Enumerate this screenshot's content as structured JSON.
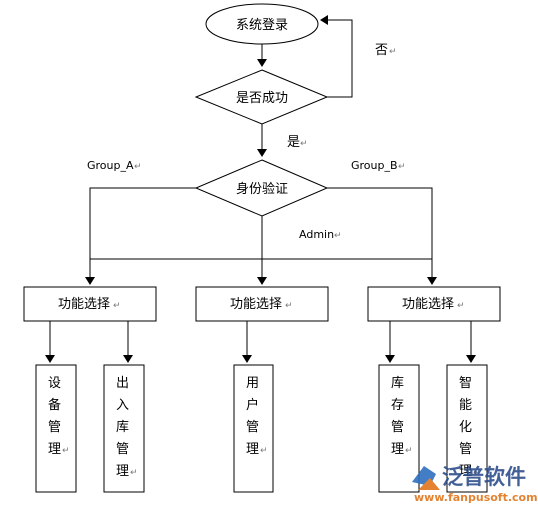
{
  "flow": {
    "start": "系统登录",
    "decision_login": "是否成功",
    "label_no": "否",
    "label_yes": "是",
    "decision_auth": "身份验证",
    "group_a": "Group_A",
    "group_b": "Group_B",
    "admin": "Admin",
    "func_select": "功能选择",
    "modules": [
      {
        "text": "设备管理"
      },
      {
        "text": "出入库管理"
      },
      {
        "text": "用户管理"
      },
      {
        "text": "库存管理"
      },
      {
        "text": "智能化管理"
      }
    ],
    "para_mark": "↵"
  },
  "watermark": {
    "name": "泛普软件",
    "url": "www.fanpusoft.com"
  }
}
